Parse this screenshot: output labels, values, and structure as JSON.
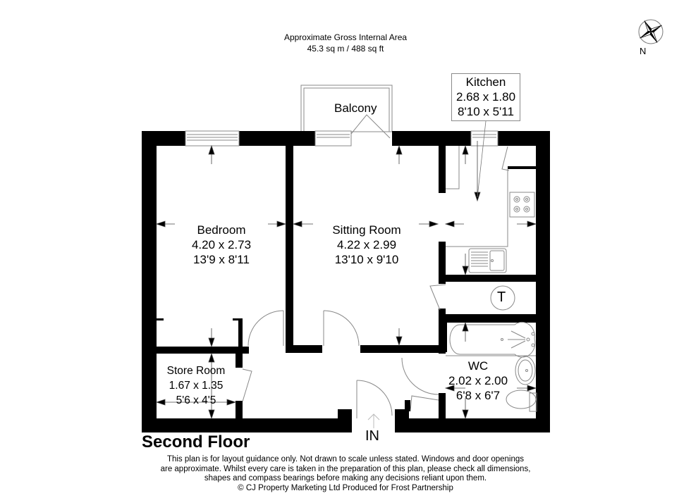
{
  "header": {
    "area_title": "Approximate Gross Internal Area",
    "area_value": "45.3 sq m / 488 sq ft"
  },
  "compass": {
    "icon": "compass-rose-icon",
    "label": "N"
  },
  "rooms": {
    "kitchen": {
      "name": "Kitchen",
      "metric": "2.68 x 1.80",
      "imperial": "8'10 x 5'11"
    },
    "balcony": {
      "name": "Balcony"
    },
    "bedroom": {
      "name": "Bedroom",
      "metric": "4.20 x 2.73",
      "imperial": "13'9 x 8'11"
    },
    "sitting_room": {
      "name": "Sitting Room",
      "metric": "4.22 x 2.99",
      "imperial": "13'10 x 9'10"
    },
    "store_room": {
      "name": "Store Room",
      "metric": "1.67 x 1.35",
      "imperial": "5'6 x 4'5"
    },
    "wc": {
      "name": "WC",
      "metric": "2.02 x 2.00",
      "imperial": "6'8 x 6'7"
    },
    "cupboard": {
      "symbol": "T"
    }
  },
  "entrance": {
    "label": "IN"
  },
  "floor": {
    "title": "Second Floor"
  },
  "footer": {
    "line1": "This plan is for layout guidance only. Not drawn to scale unless stated. Windows and door openings",
    "line2": "are approximate. Whilst every care is taken in the preparation of this plan, please check all dimensions,",
    "line3": "shapes and compass bearings before making any decisions reliant upon them.",
    "line4": "© CJ Property Marketing Ltd Produced for Frost Partnership"
  },
  "colors": {
    "wall": "#000000",
    "fixture_line": "#7a7a7a",
    "background": "#ffffff"
  }
}
